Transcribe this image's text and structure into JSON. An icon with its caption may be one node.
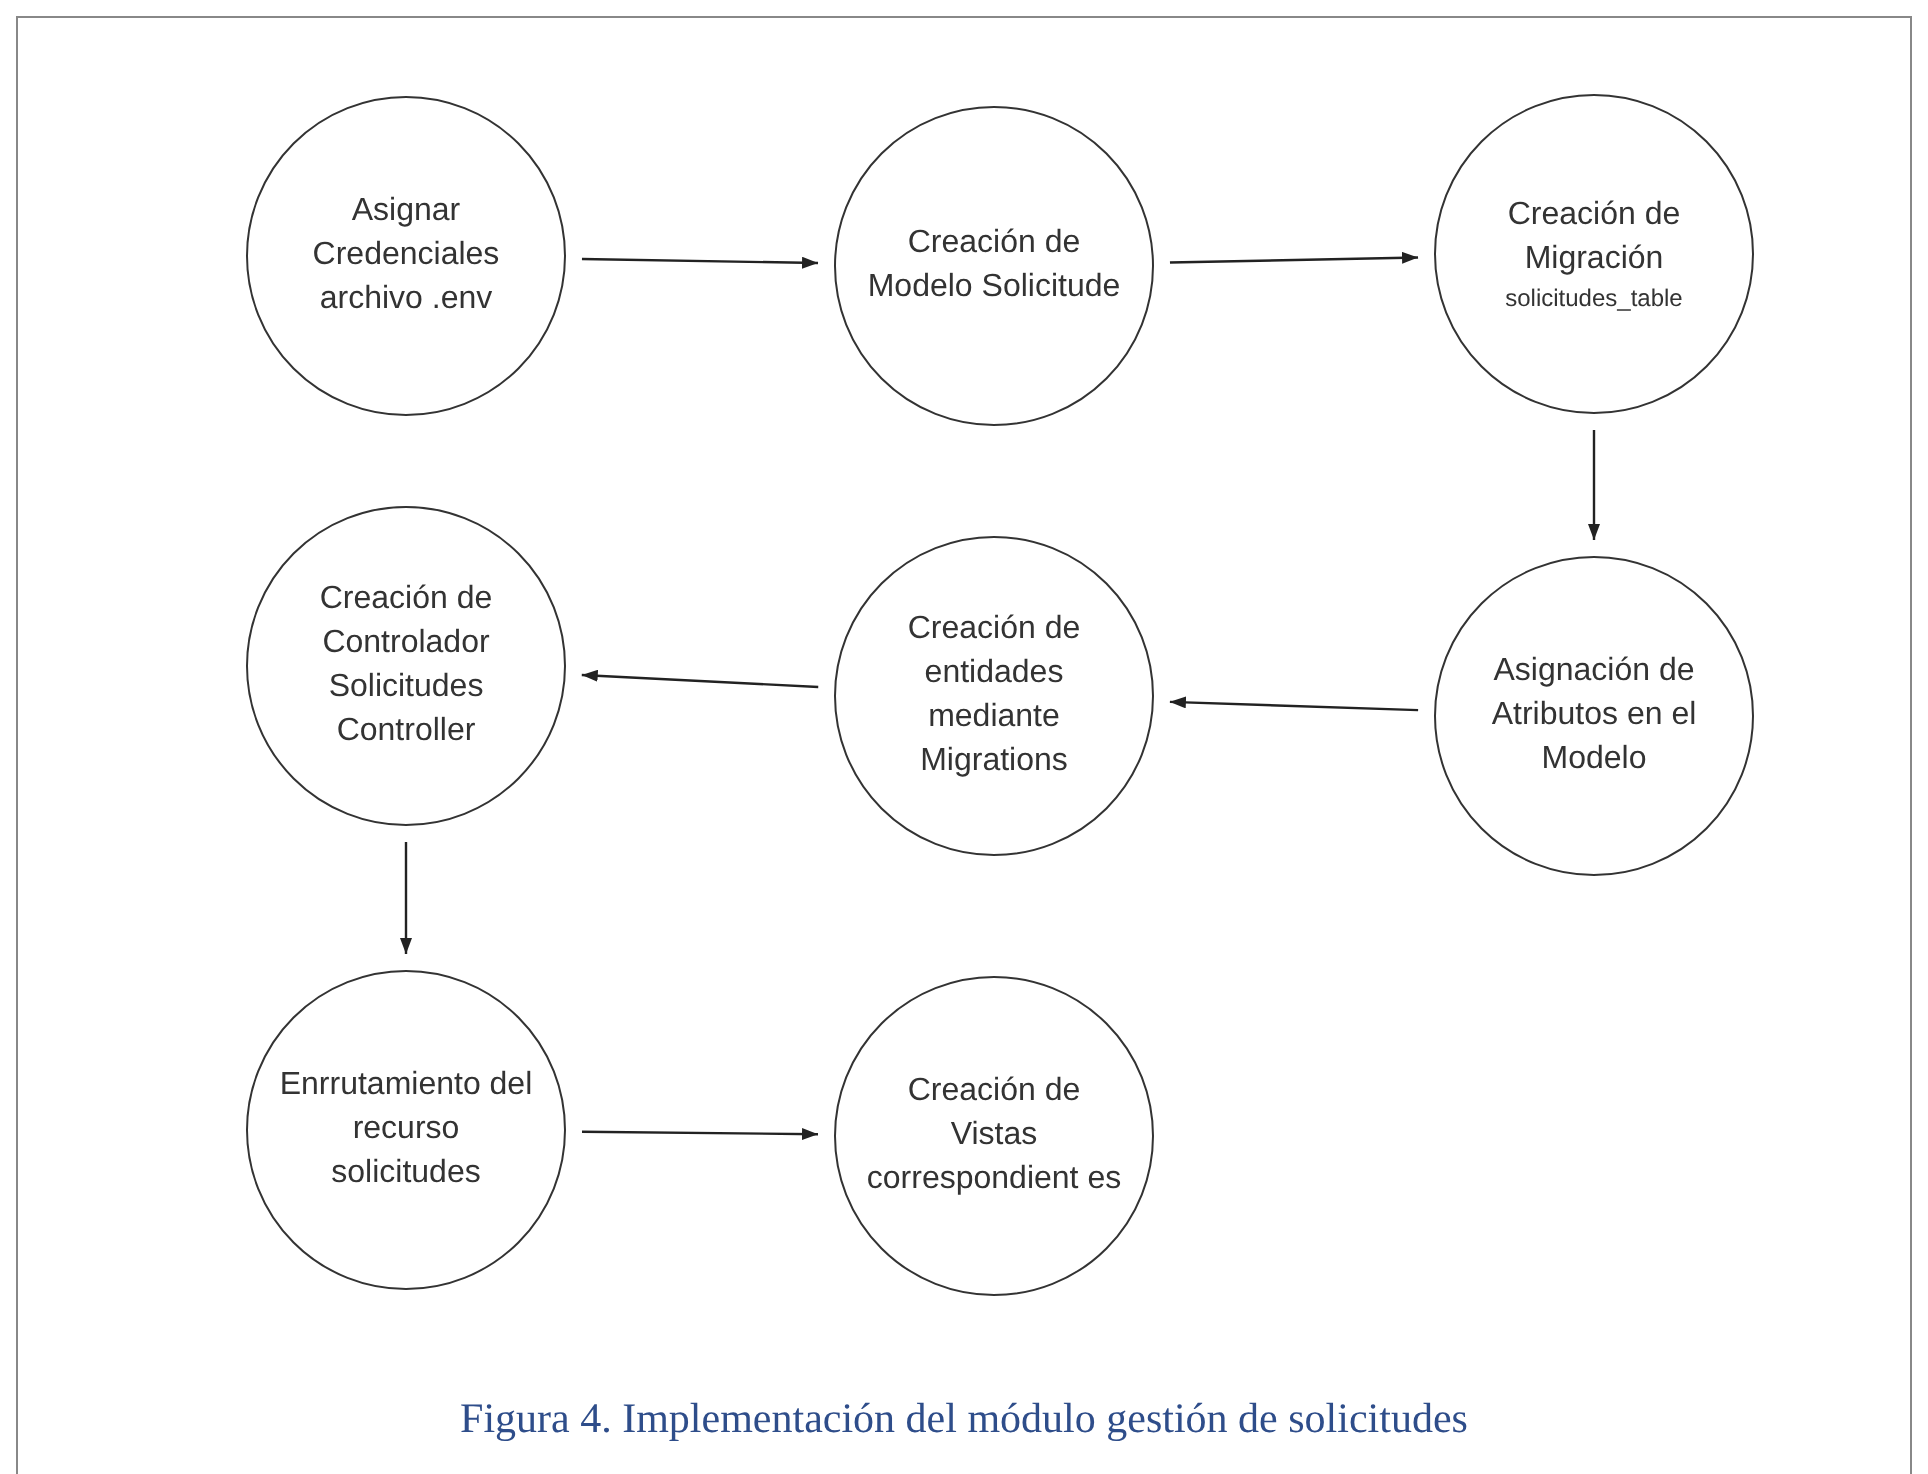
{
  "diagram": {
    "caption": "Figura 4.  Implementación del módulo gestión de solicitudes",
    "nodes": [
      {
        "text": [
          "Asignar Credenciales archivo .env"
        ]
      },
      {
        "text": [
          "Creación de Modelo Solicitude"
        ]
      },
      {
        "text": [
          "Creación de Migración",
          "solicitudes_table"
        ]
      },
      {
        "text": [
          "Asignación de Atributos en el Modelo"
        ]
      },
      {
        "text": [
          "Creación de entidades mediante Migrations"
        ]
      },
      {
        "text": [
          "Creación de Controlador Solicitudes Controller"
        ]
      },
      {
        "text": [
          "Enrrutamiento del recurso solicitudes"
        ]
      },
      {
        "text": [
          "Creación de Vistas correspondient es"
        ]
      }
    ],
    "edges": [
      {
        "from": 0,
        "to": 1,
        "arrow": "to"
      },
      {
        "from": 1,
        "to": 2,
        "arrow": "to"
      },
      {
        "from": 2,
        "to": 3,
        "arrow": "to"
      },
      {
        "from": 3,
        "to": 4,
        "arrow": "to"
      },
      {
        "from": 4,
        "to": 5,
        "arrow": "to"
      },
      {
        "from": 5,
        "to": 6,
        "arrow": "to"
      },
      {
        "from": 6,
        "to": 7,
        "arrow": "to"
      }
    ]
  }
}
